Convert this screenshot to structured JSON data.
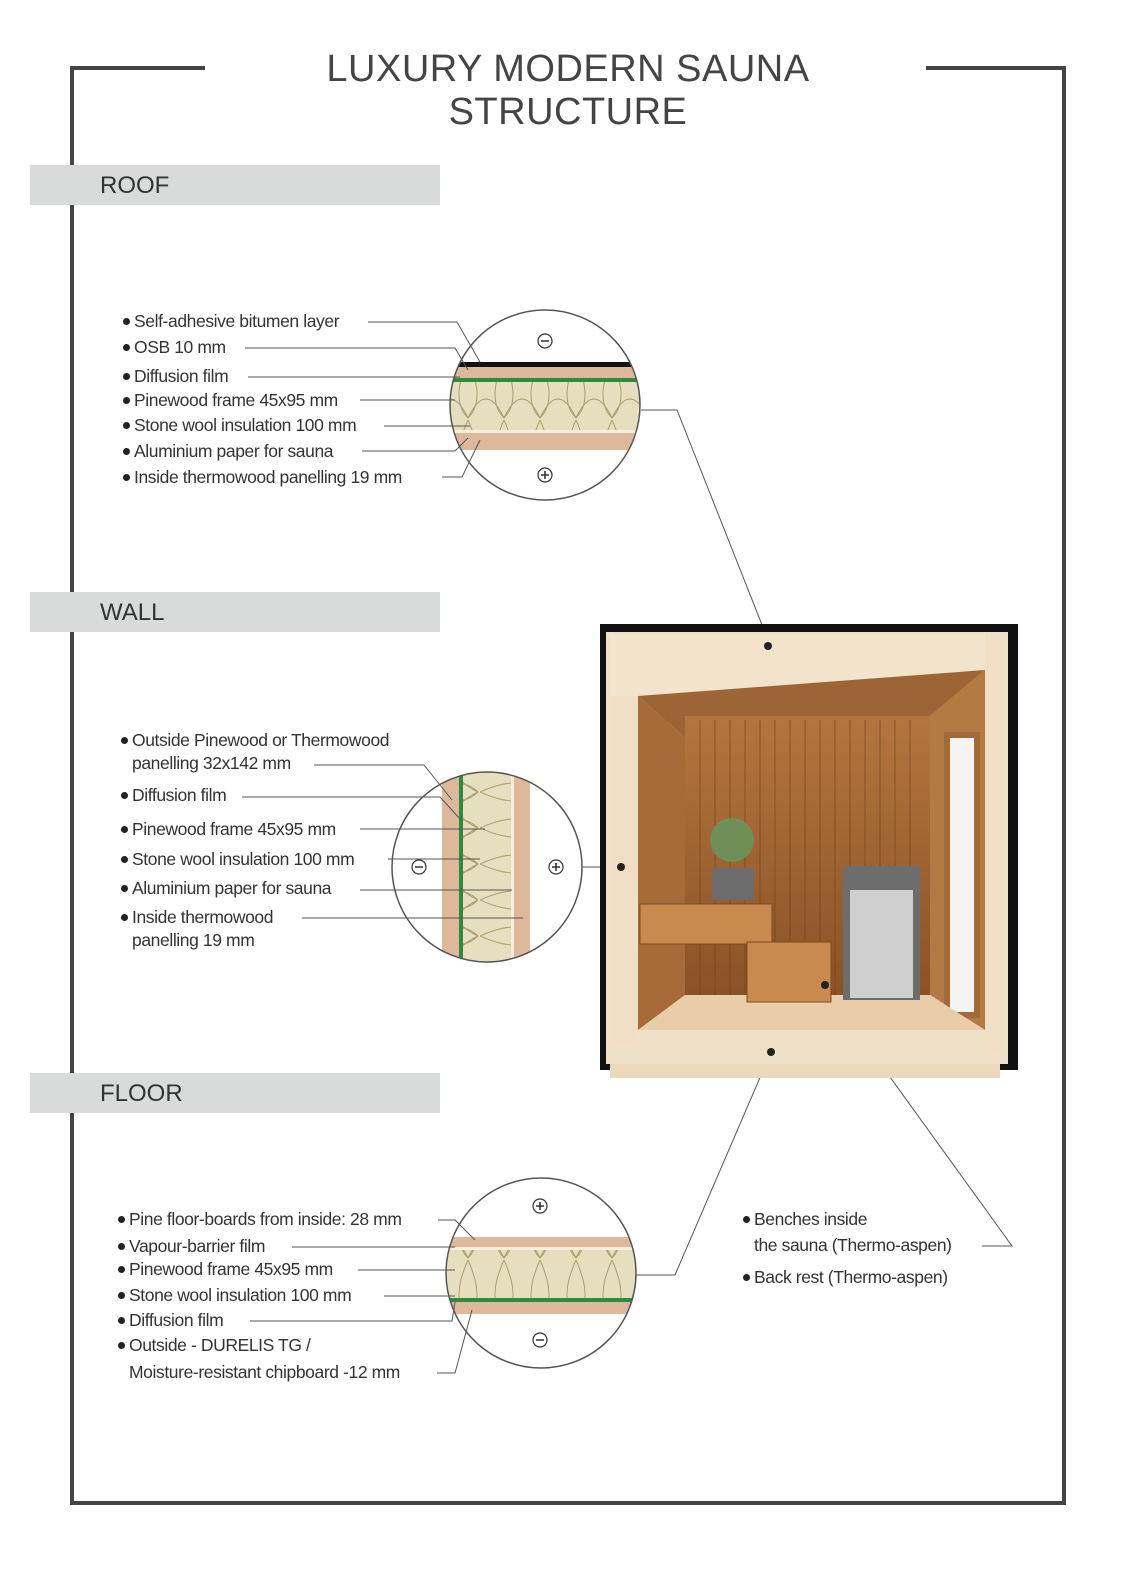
{
  "title": "LUXURY MODERN SAUNA STRUCTURE",
  "sections": {
    "roof": "ROOF",
    "wall": "WALL",
    "floor": "FLOOR"
  },
  "roof_layers": [
    "Self-adhesive bitumen layer",
    "OSB 10 mm",
    "Diffusion film",
    "Pinewood frame 45x95 mm",
    "Stone wool insulation 100 mm",
    "Aluminium paper for sauna",
    "Inside thermowood panelling 19 mm"
  ],
  "wall_layers": [
    "Outside Pinewood or Thermowood",
    "panelling 32x142 mm",
    "Diffusion film",
    "Pinewood frame 45x95 mm",
    "Stone wool insulation 100 mm",
    "Aluminium paper for sauna",
    "Inside thermowood",
    "panelling 19 mm"
  ],
  "floor_layers": [
    "Pine floor-boards from inside: 28 mm",
    "Vapour-barrier film",
    "Pinewood frame 45x95 mm",
    "Stone wool insulation 100 mm",
    "Diffusion film",
    "Outside - DURELIS TG /",
    "Moisture-resistant chipboard -12 mm"
  ],
  "interior": [
    "Benches inside",
    "the sauna (Thermo-aspen)",
    "Back rest (Thermo-aspen)"
  ],
  "symbols": {
    "minus": "−",
    "plus": "+"
  },
  "colors": {
    "insulation": "#e6dfbf",
    "wood": "#deb89a",
    "film": "#2e8b3e",
    "frame": "#444444",
    "bar": "#d9dada"
  }
}
